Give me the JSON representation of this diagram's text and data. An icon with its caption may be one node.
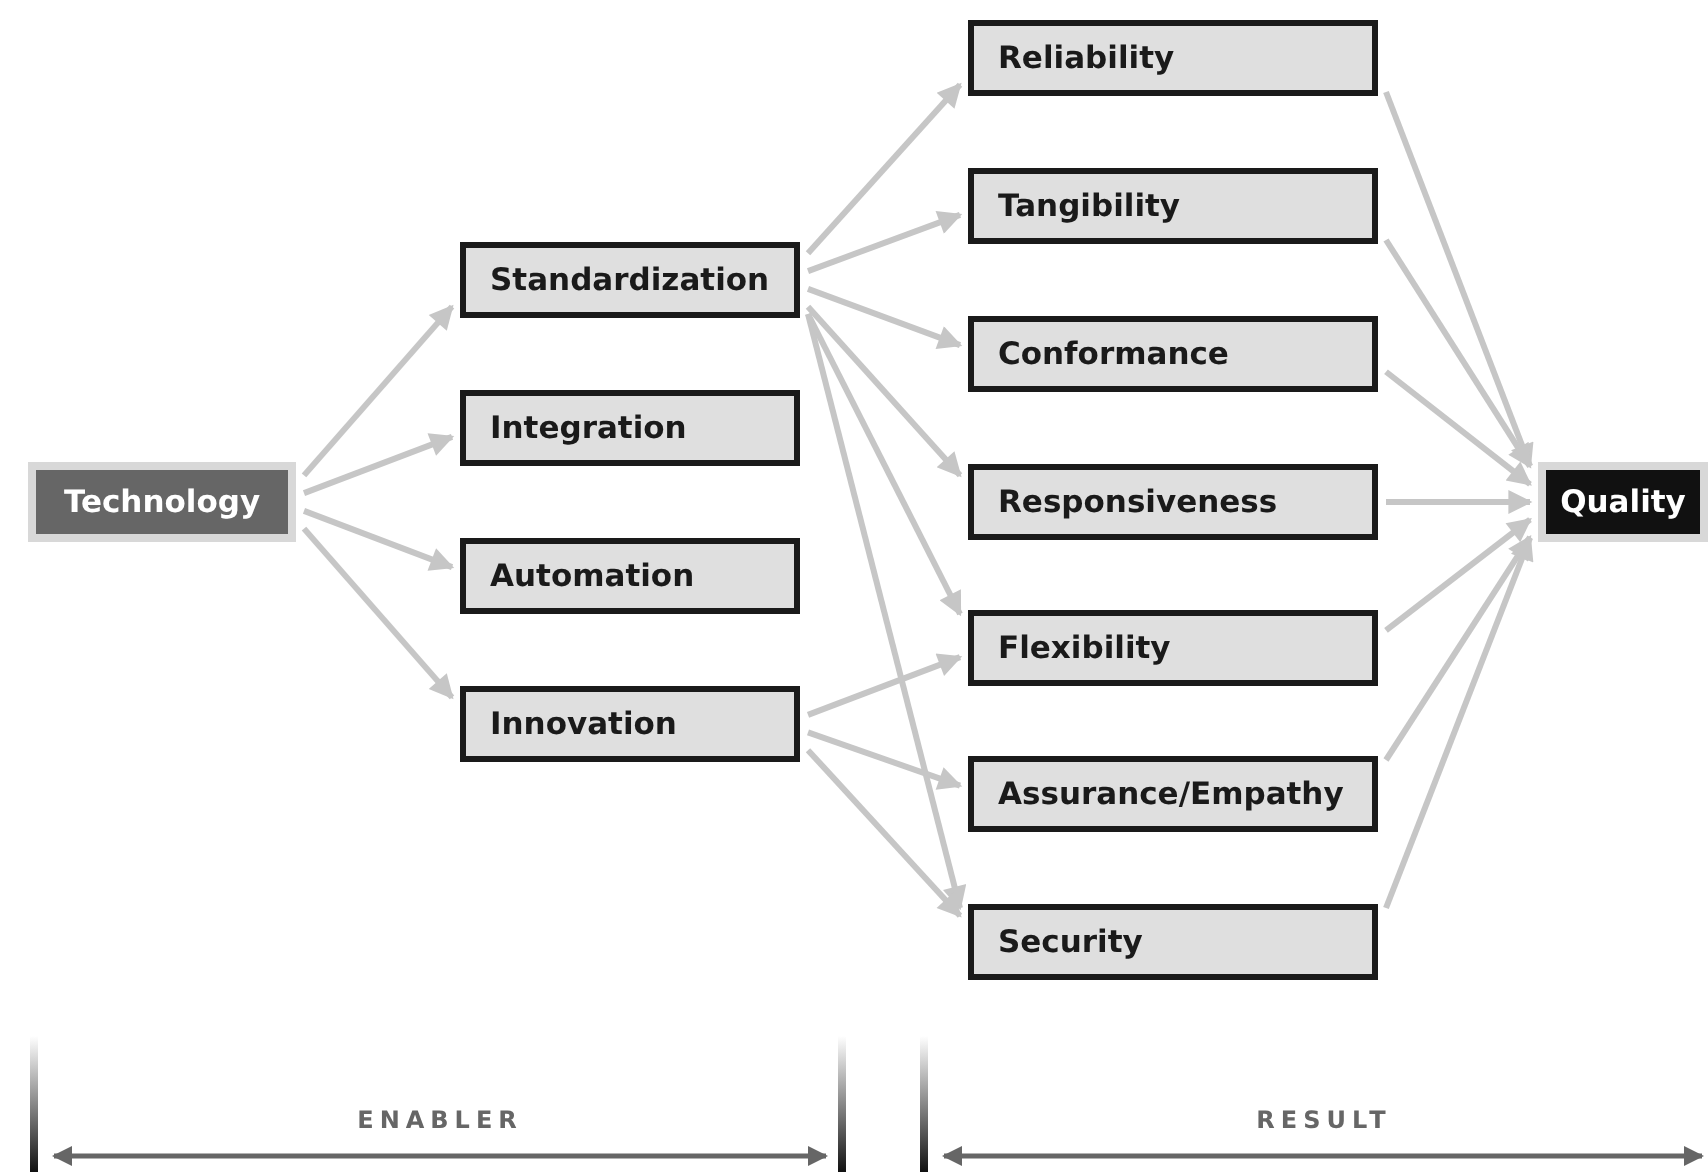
{
  "diagram": {
    "nodes": [
      {
        "text": [
          "Technology"
        ]
      },
      {
        "text": [
          "Standardization"
        ]
      },
      {
        "text": [
          "Integration"
        ]
      },
      {
        "text": [
          "Automation"
        ]
      },
      {
        "text": [
          "Innovation"
        ]
      },
      {
        "text": [
          "Reliability"
        ]
      },
      {
        "text": [
          "Tangibility"
        ]
      },
      {
        "text": [
          "Conformance"
        ]
      },
      {
        "text": [
          "Responsiveness"
        ]
      },
      {
        "text": [
          "Flexibility"
        ]
      },
      {
        "text": [
          "Assurance/Empathy"
        ]
      },
      {
        "text": [
          "Security"
        ]
      },
      {
        "text": [
          "Quality"
        ]
      }
    ],
    "edges": [
      {
        "from": 0,
        "to": 1,
        "arrow": "to"
      },
      {
        "from": 0,
        "to": 2,
        "arrow": "to"
      },
      {
        "from": 0,
        "to": 3,
        "arrow": "to"
      },
      {
        "from": 0,
        "to": 4,
        "arrow": "to"
      },
      {
        "from": 1,
        "to": 5,
        "arrow": "to"
      },
      {
        "from": 1,
        "to": 6,
        "arrow": "to"
      },
      {
        "from": 1,
        "to": 7,
        "arrow": "to"
      },
      {
        "from": 1,
        "to": 8,
        "arrow": "to"
      },
      {
        "from": 1,
        "to": 9,
        "arrow": "to"
      },
      {
        "from": 1,
        "to": 11,
        "arrow": "to"
      },
      {
        "from": 4,
        "to": 9,
        "arrow": "to"
      },
      {
        "from": 4,
        "to": 10,
        "arrow": "to"
      },
      {
        "from": 4,
        "to": 11,
        "arrow": "to"
      },
      {
        "from": 5,
        "to": 12,
        "arrow": "to"
      },
      {
        "from": 6,
        "to": 12,
        "arrow": "to"
      },
      {
        "from": 7,
        "to": 12,
        "arrow": "to"
      },
      {
        "from": 8,
        "to": 12,
        "arrow": "to"
      },
      {
        "from": 9,
        "to": 12,
        "arrow": "to"
      },
      {
        "from": 10,
        "to": 12,
        "arrow": "to"
      },
      {
        "from": 11,
        "to": 12,
        "arrow": "to"
      }
    ],
    "labels": [
      "ENABLER",
      "RESULT"
    ]
  }
}
